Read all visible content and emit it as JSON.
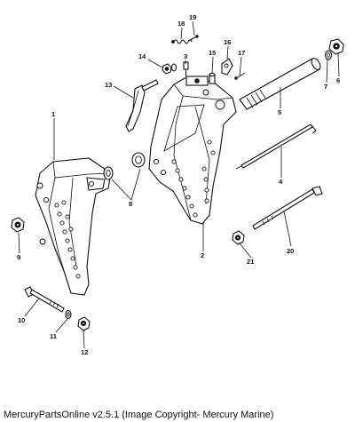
{
  "callouts": {
    "c1": "1",
    "c2": "2",
    "c3": "3",
    "c4": "4",
    "c5": "5",
    "c6": "6",
    "c7": "7",
    "c8": "8",
    "c9": "9",
    "c10": "10",
    "c11": "11",
    "c12": "12",
    "c13": "13",
    "c14": "14",
    "c15": "15",
    "c16": "16",
    "c17": "17",
    "c18": "18",
    "c19": "19",
    "c20": "20",
    "c21": "21"
  },
  "footer": {
    "caption": "MercuryPartsOnline v2.5.1 (Image Copyright- Mercury Marine)"
  }
}
